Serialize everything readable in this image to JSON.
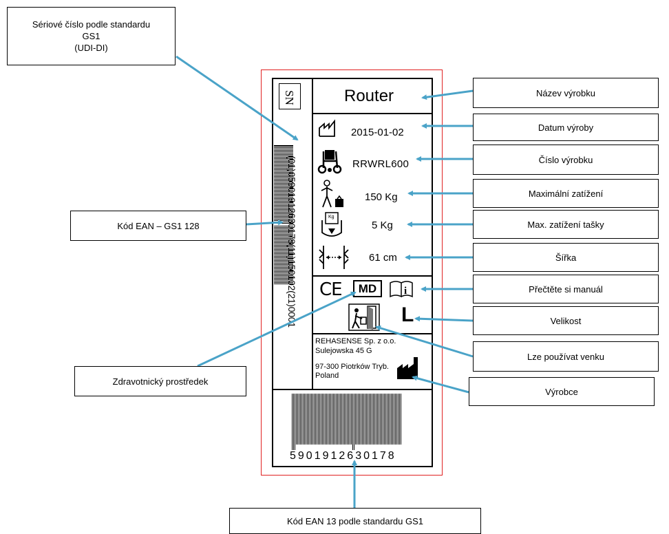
{
  "callouts": {
    "serial_gs1": "Sériové číslo podle standardu\nGS1\n(UDI-DI)",
    "ean_gs1_128": "Kód EAN – GS1 128",
    "product_name": "Název výrobku",
    "production_date": "Datum výroby",
    "product_number": "Číslo výrobku",
    "max_load": "Maximální zatížení",
    "bag_load": "Max. zatížení tašky",
    "width": "Šířka",
    "read_manual": "Přečtěte si manuál",
    "size": "Velikost",
    "outdoor_use": "Lze používat venku",
    "manufacturer": "Výrobce",
    "medical_device": "Zdravotnický prostředek",
    "ean13": "Kód EAN 13 podle standardu GS1"
  },
  "label": {
    "sn_symbol": "SN",
    "product_name": "Router",
    "production_date": "2015-01-02",
    "product_number": "RRWRL600",
    "max_load": "150 Kg",
    "bag_load": "5 Kg",
    "width": "61 cm",
    "ce_mark": "CE",
    "md_mark": "MD",
    "size_value": "L",
    "manufacturer_lines": [
      "REHASENSE Sp. z o.o.",
      "Sulejowska 45 G",
      "97-300 Piotrków Tryb.",
      "Poland"
    ],
    "gs1_128_text": "(01)05901912630178(11)150102(21)0001",
    "ean13_digits": "5901912630178",
    "bag_icon_text": "Kg"
  },
  "colors": {
    "arrow": "#4aa3c8",
    "label_border": "#e02020"
  },
  "icons": [
    "factory-date-icon",
    "rollator-icon",
    "person-load-icon",
    "bag-weight-icon",
    "width-icon",
    "manual-icon",
    "outdoor-icon",
    "manufacturer-icon"
  ]
}
